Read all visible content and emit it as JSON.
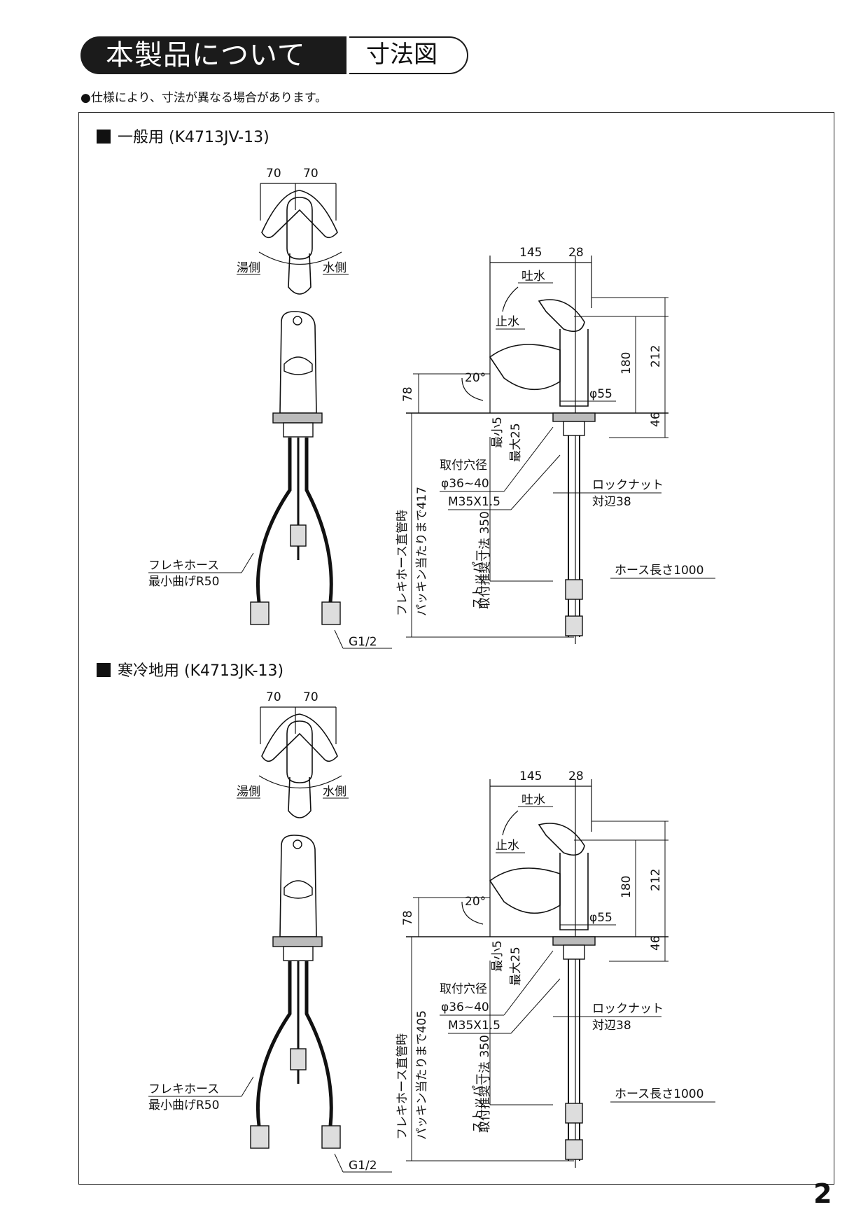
{
  "header": {
    "title": "本製品について",
    "subtitle": "寸法図"
  },
  "note": "●仕様により、寸法が異なる場合があります。",
  "page_number": "2",
  "sections": [
    {
      "title": "一般用 (K4713JV-13)",
      "labels": {
        "dim_a": "70",
        "dim_b": "70",
        "hot": "湯側",
        "cold": "水側",
        "d145": "145",
        "d28": "28",
        "spout": "吐水",
        "stop": "止水",
        "d180": "180",
        "d212": "212",
        "d78": "78",
        "angle": "20°",
        "d55": "φ55",
        "d46": "46",
        "min5": "最小5",
        "max25": "最大25",
        "hole": "取付穴径",
        "holedim": "φ36~40",
        "thread": "M35X1.5",
        "locknut": "ロックナット",
        "across": "対辺38",
        "hose_straight": "フレキホース直管時",
        "packing": "パッキン当たりまで417",
        "stopper": "ストッパー",
        "stop_pos": "取付推奨寸法 350",
        "hose_len": "ホース長さ1000",
        "flex": "フレキホース",
        "bend": "最小曲げR50",
        "g12": "G1/2"
      }
    },
    {
      "title": "寒冷地用 (K4713JK-13)",
      "labels": {
        "dim_a": "70",
        "dim_b": "70",
        "hot": "湯側",
        "cold": "水側",
        "d145": "145",
        "d28": "28",
        "spout": "吐水",
        "stop": "止水",
        "d180": "180",
        "d212": "212",
        "d78": "78",
        "angle": "20°",
        "d55": "φ55",
        "d46": "46",
        "min5": "最小5",
        "max25": "最大25",
        "hole": "取付穴径",
        "holedim": "φ36~40",
        "thread": "M35X1.5",
        "locknut": "ロックナット",
        "across": "対辺38",
        "hose_straight": "フレキホース直管時",
        "packing": "パッキン当たりまで405",
        "stopper": "ストッパー",
        "stop_pos": "取付推奨寸法 350",
        "hose_len": "ホース長さ1000",
        "flex": "フレキホース",
        "bend": "最小曲げR50",
        "g12": "G1/2"
      }
    }
  ]
}
